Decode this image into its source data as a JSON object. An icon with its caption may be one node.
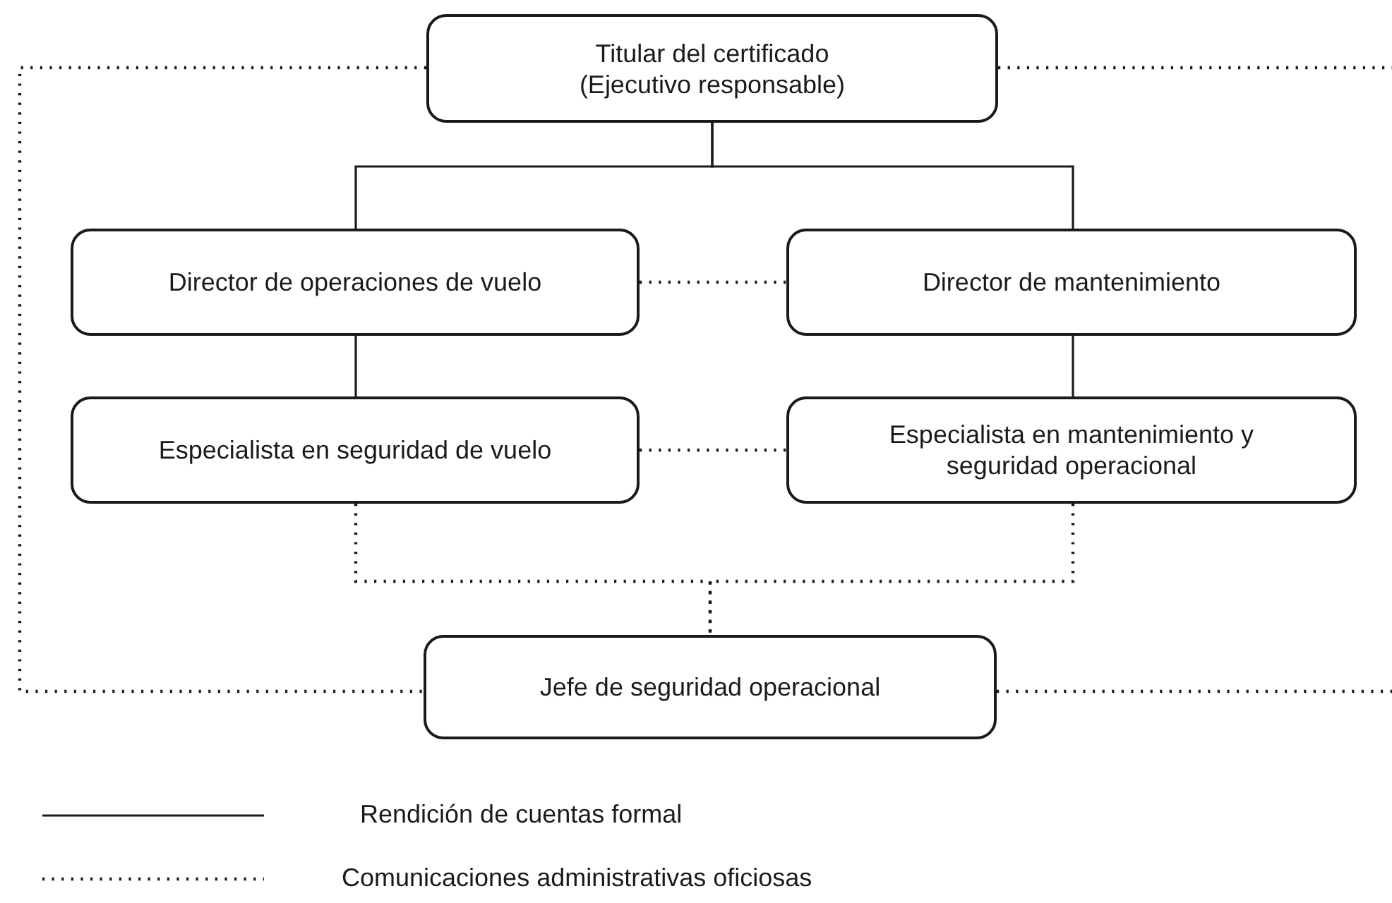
{
  "diagram": {
    "nodes": [
      {
        "text": [
          "Titular del certificado",
          "(Ejecutivo responsable)"
        ]
      },
      {
        "text": [
          "Director de operaciones de vuelo"
        ]
      },
      {
        "text": [
          "Director de mantenimiento"
        ]
      },
      {
        "text": [
          "Especialista en seguridad de vuelo"
        ]
      },
      {
        "text": [
          "Especialista en mantenimiento y seguridad operacional"
        ]
      },
      {
        "text": [
          "Jefe de seguridad operacional"
        ]
      }
    ],
    "edges": [
      {
        "from": 0,
        "to": 1,
        "arrow": "none"
      },
      {
        "from": 0,
        "to": 2,
        "arrow": "none"
      },
      {
        "from": 1,
        "to": 3,
        "arrow": "none"
      },
      {
        "from": 2,
        "to": 4,
        "arrow": "none"
      },
      {
        "from": 1,
        "to": 2,
        "arrow": "none",
        "style": "dashed"
      },
      {
        "from": 3,
        "to": 4,
        "arrow": "none",
        "style": "dashed"
      },
      {
        "from": 3,
        "to": 5,
        "arrow": "none",
        "style": "dashed"
      },
      {
        "from": 4,
        "to": 5,
        "arrow": "none",
        "style": "dashed"
      },
      {
        "from": 0,
        "to": 5,
        "arrow": "none",
        "style": "dashed"
      },
      {
        "from": 0,
        "to": null,
        "arrow": "none",
        "style": "dashed"
      },
      {
        "from": 5,
        "to": null,
        "arrow": "none",
        "style": "dashed"
      }
    ],
    "legend": [
      {
        "text": "Rendición de cuentas formal"
      },
      {
        "text": "Comunicaciones administrativas oficiosas"
      }
    ]
  }
}
